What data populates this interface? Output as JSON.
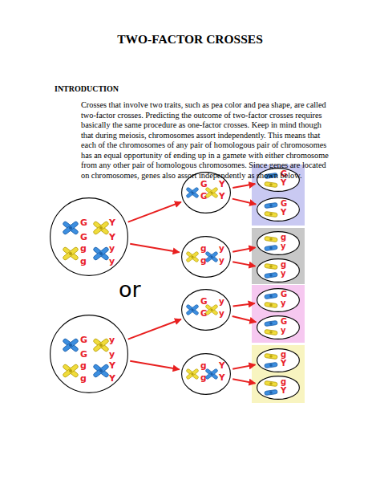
{
  "diagram": {
    "title": "TWO-FACTOR CROSSES",
    "nodes": [
      {
        "text": [
          "G",
          "G",
          "Y",
          "Y",
          "g",
          "g",
          "y",
          "y"
        ]
      },
      {
        "text": [
          "G",
          "G",
          "Y",
          "Y"
        ]
      },
      {
        "text": [
          "G",
          "Y"
        ]
      },
      {
        "text": [
          "G",
          "Y"
        ]
      },
      {
        "text": [
          "g",
          "g",
          "y",
          "y"
        ]
      },
      {
        "text": [
          "g",
          "y"
        ]
      },
      {
        "text": [
          "g",
          "y"
        ]
      },
      {
        "text": [
          "G",
          "G",
          "y",
          "y",
          "g",
          "g",
          "Y",
          "Y"
        ]
      },
      {
        "text": [
          "G",
          "G",
          "y",
          "y"
        ]
      },
      {
        "text": [
          "G",
          "y"
        ]
      },
      {
        "text": [
          "G",
          "y"
        ]
      },
      {
        "text": [
          "g",
          "g",
          "Y",
          "Y"
        ]
      },
      {
        "text": [
          "g",
          "Y"
        ]
      },
      {
        "text": [
          "g",
          "Y"
        ]
      }
    ],
    "edges": [
      {
        "from": 0,
        "to": 1,
        "arrow": "to"
      },
      {
        "from": 0,
        "to": 4,
        "arrow": "to"
      },
      {
        "from": 1,
        "to": 2,
        "arrow": "to"
      },
      {
        "from": 1,
        "to": 3,
        "arrow": "to"
      },
      {
        "from": 4,
        "to": 5,
        "arrow": "to"
      },
      {
        "from": 4,
        "to": 6,
        "arrow": "to"
      },
      {
        "from": 7,
        "to": 8,
        "arrow": "to"
      },
      {
        "from": 7,
        "to": 11,
        "arrow": "to"
      },
      {
        "from": 8,
        "to": 9,
        "arrow": "to"
      },
      {
        "from": 8,
        "to": 10,
        "arrow": "to"
      },
      {
        "from": 11,
        "to": 12,
        "arrow": "to"
      },
      {
        "from": 11,
        "to": 13,
        "arrow": "to"
      }
    ],
    "labels": [
      "INTRODUCTION",
      "Crosses that involve two traits, such as pea color and pea shape, are called two-factor crosses. Predicting the outcome of two-factor crosses requires basically the same procedure as one-factor crosses. Keep in mind though that during meiosis, chromosomes assort independently. This means that each of the chromosomes of any pair of homologous pair of chromosomes has an equal opportunity of ending up in a gamete with either chromosome from any other pair of homologous chromosomes. Since genes are located on chromosomes, genes also assort independently as shown below.",
      "or"
    ]
  }
}
